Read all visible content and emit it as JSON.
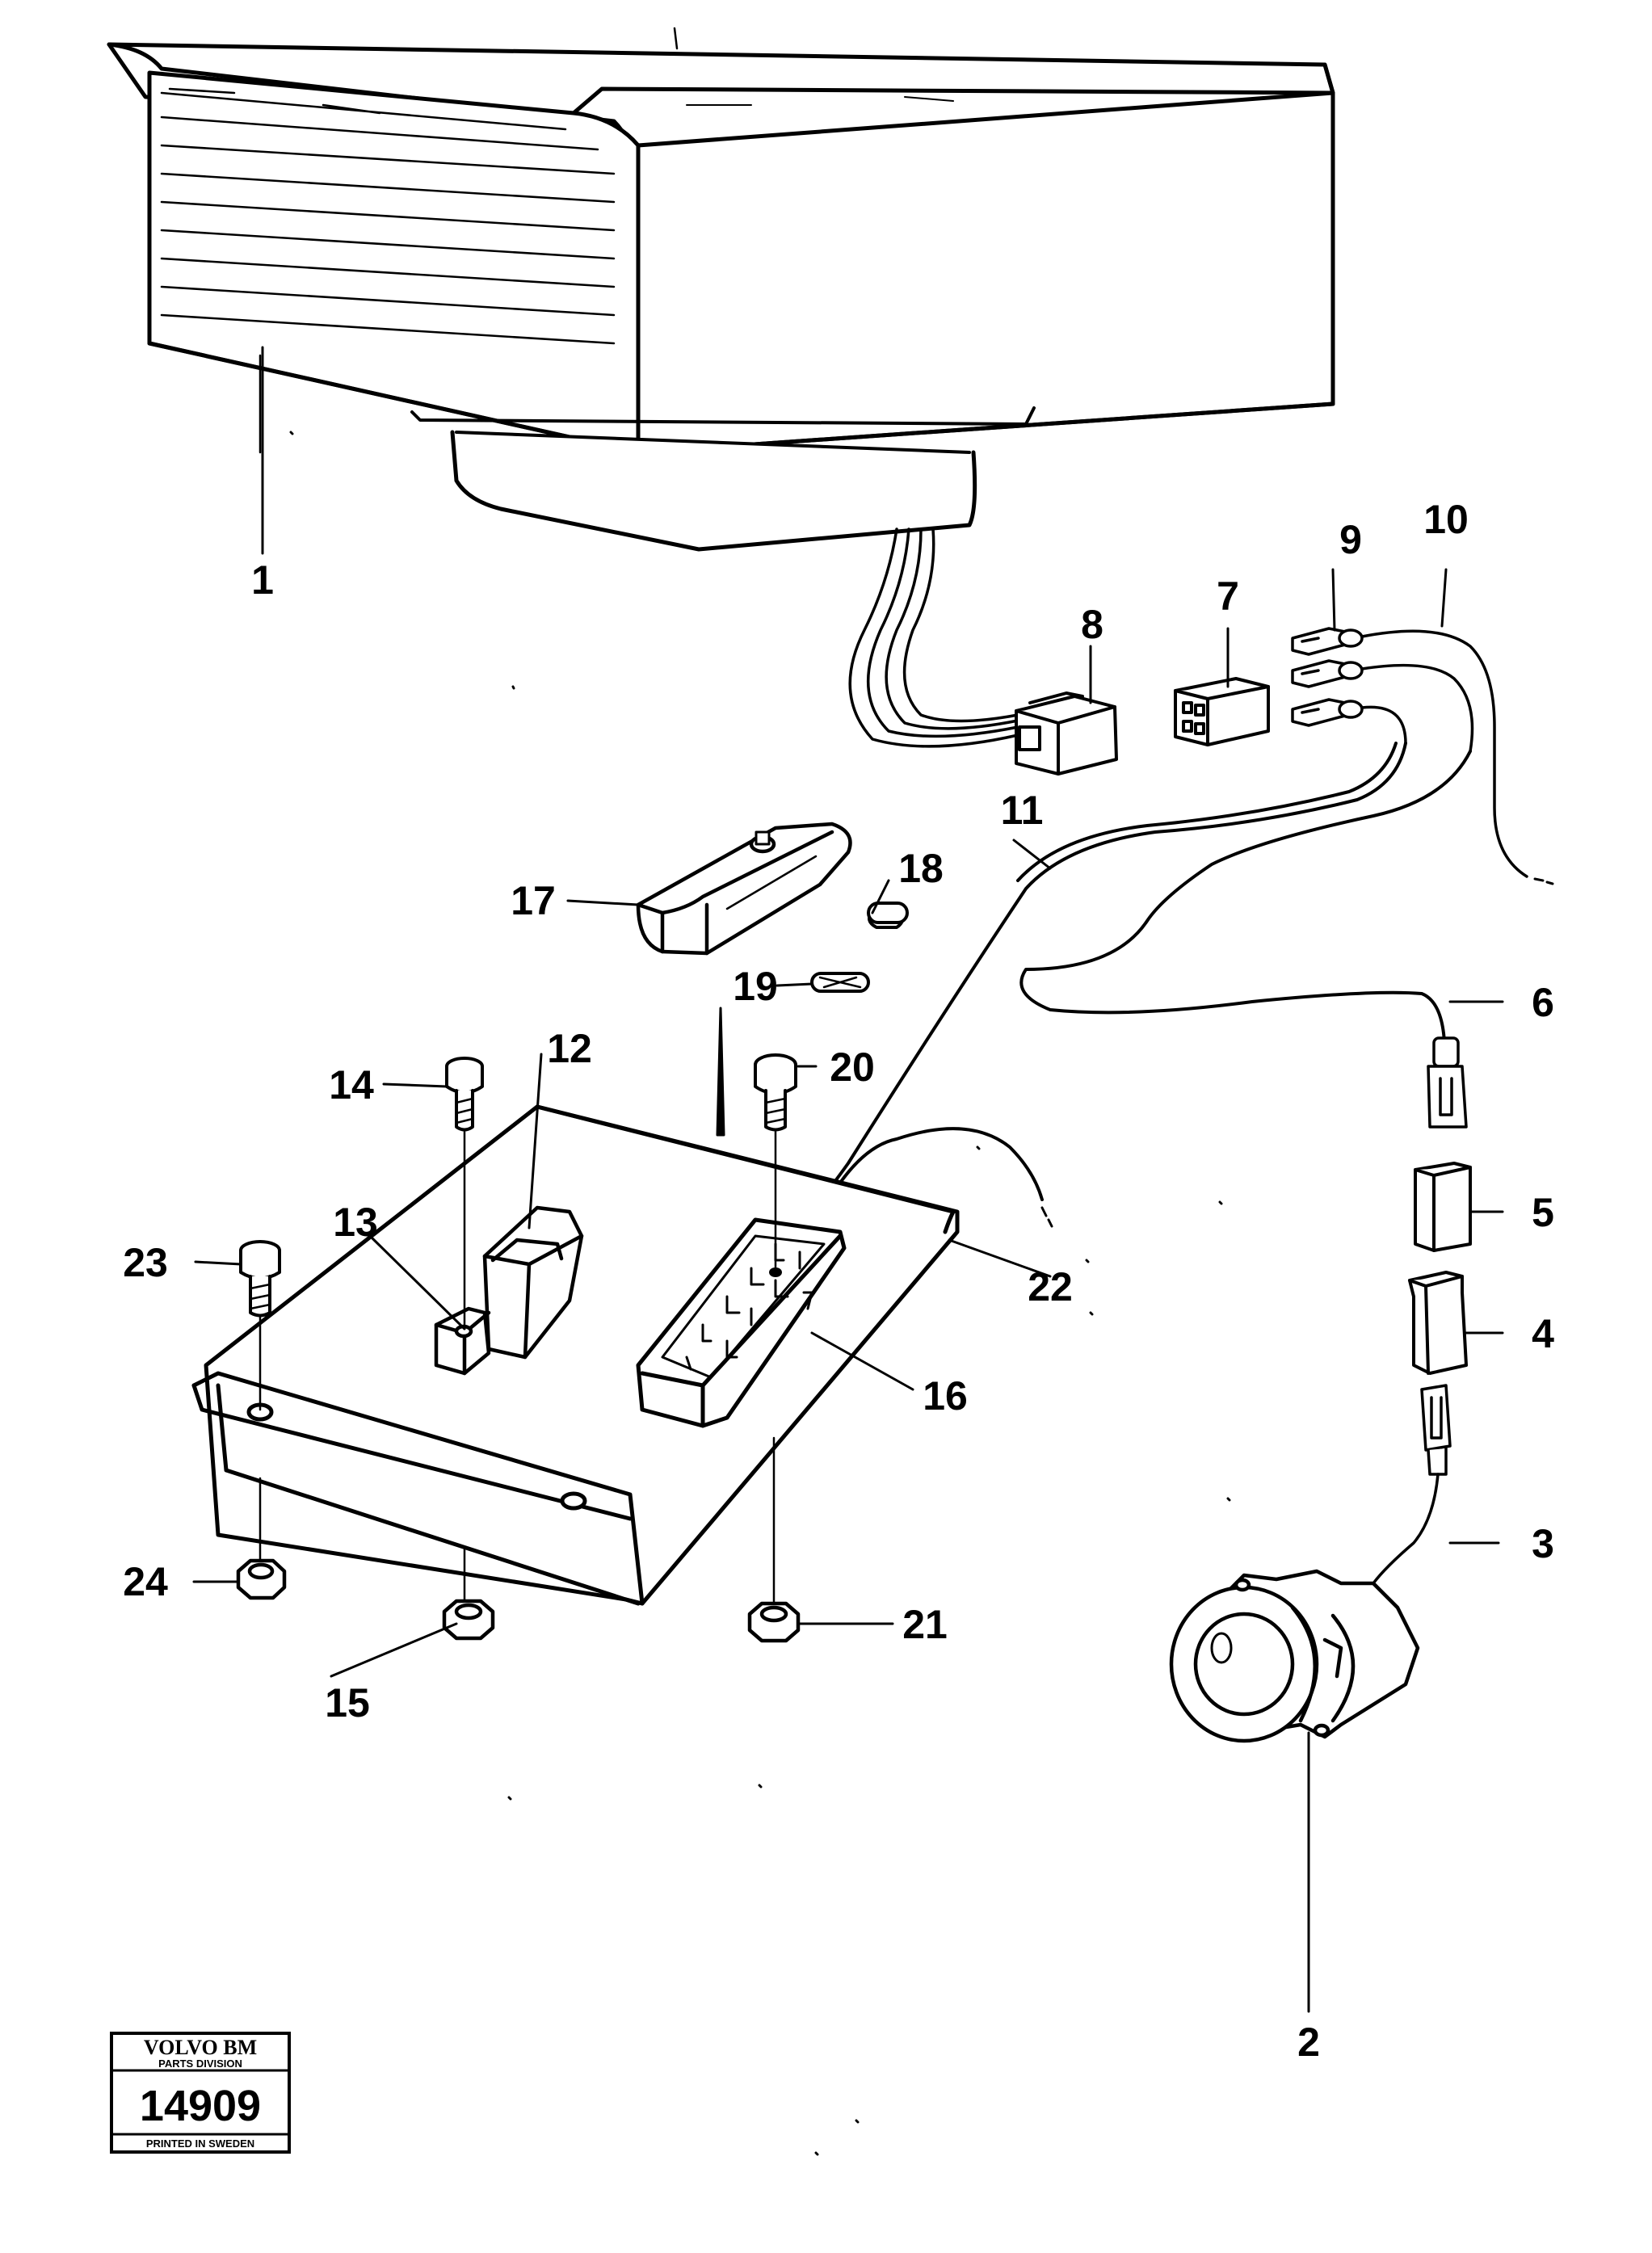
{
  "callouts": {
    "c1": "1",
    "c2": "2",
    "c3": "3",
    "c4": "4",
    "c5": "5",
    "c6": "6",
    "c7": "7",
    "c8": "8",
    "c9": "9",
    "c10": "10",
    "c11": "11",
    "c12": "12",
    "c13": "13",
    "c14": "14",
    "c15": "15",
    "c16": "16",
    "c17": "17",
    "c18": "18",
    "c19": "19",
    "c20": "20",
    "c21": "21",
    "c22": "22",
    "c23": "23",
    "c24": "24"
  },
  "stamp": {
    "brand": "VOLVO BM",
    "division": "PARTS DIVISION",
    "number": "14909",
    "printed": "PRINTED IN SWEDEN"
  }
}
